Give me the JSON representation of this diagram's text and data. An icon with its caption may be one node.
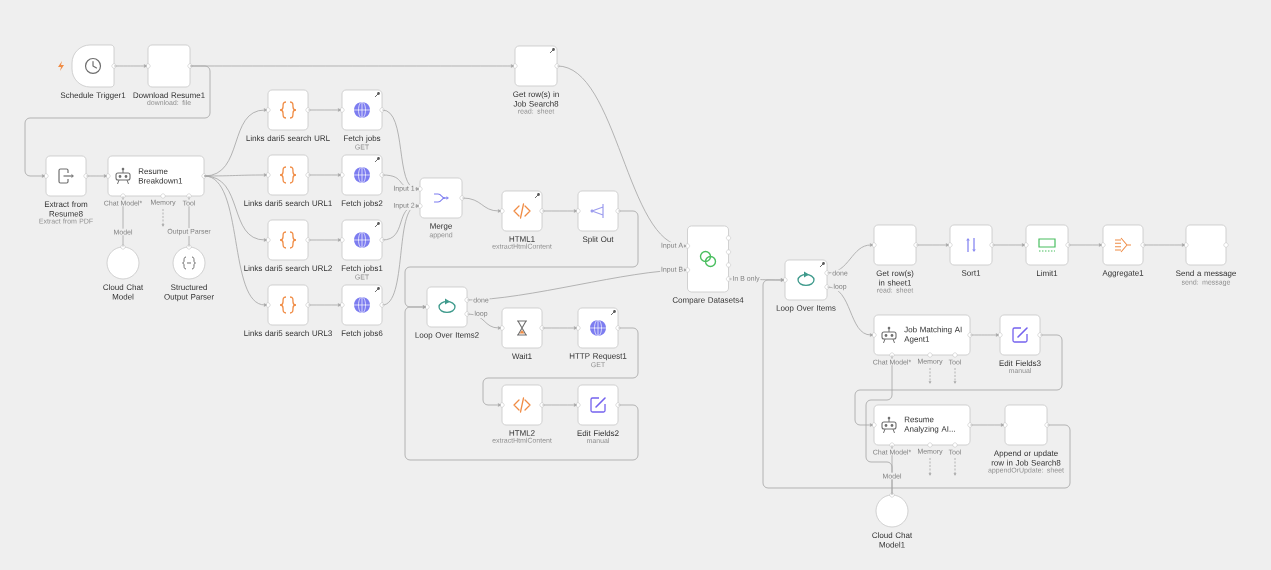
{
  "diagram": {
    "nodes": [
      {
        "text": [
          "Schedule Trigger1"
        ]
      },
      {
        "text": [
          "Download Resume1",
          "download: file"
        ]
      },
      {
        "text": [
          "Get row(s) in Job Search8",
          "read: sheet"
        ]
      },
      {
        "text": [
          "Extract from Resume8",
          "Extract from PDF"
        ]
      },
      {
        "text": [
          "Resume Breakdown1"
        ],
        "beside": [
          "Chat Model*",
          "Memory",
          "Tool"
        ]
      },
      {
        "text": [
          "Cloud Chat Model"
        ]
      },
      {
        "text": [
          "Structured Output Parser"
        ]
      },
      {
        "text": [
          "Links dari5 search URL"
        ]
      },
      {
        "text": [
          "Fetch jobs",
          "GET"
        ]
      },
      {
        "text": [
          "Links dari5 search URL1"
        ]
      },
      {
        "text": [
          "Fetch jobs2"
        ]
      },
      {
        "text": [
          "Links dari5 search URL2"
        ]
      },
      {
        "text": [
          "Fetch jobs1",
          "GET"
        ]
      },
      {
        "text": [
          "Links dari5 search URL3"
        ]
      },
      {
        "text": [
          "Fetch jobs6"
        ]
      },
      {
        "text": [
          "Merge",
          "append"
        ],
        "beside": [
          "Input 1",
          "Input 2"
        ]
      },
      {
        "text": [
          "HTML1",
          "extractHtmlContent"
        ]
      },
      {
        "text": [
          "Split Out"
        ]
      },
      {
        "text": [
          "Loop Over Items2"
        ]
      },
      {
        "text": [
          "Wait1"
        ]
      },
      {
        "text": [
          "HTTP Request1",
          "GET"
        ]
      },
      {
        "text": [
          "HTML2",
          "extractHtmlContent"
        ]
      },
      {
        "text": [
          "Edit Fields2",
          "manual"
        ]
      },
      {
        "text": [
          "Compare Datasets4"
        ],
        "beside": [
          "Input A",
          "Input B"
        ]
      },
      {
        "text": [
          "Loop Over Items"
        ]
      },
      {
        "text": [
          "Get row(s) in sheet1",
          "read: sheet"
        ]
      },
      {
        "text": [
          "Sort1"
        ]
      },
      {
        "text": [
          "Limit1"
        ]
      },
      {
        "text": [
          "Aggregate1"
        ]
      },
      {
        "text": [
          "Send a message",
          "send: message"
        ]
      },
      {
        "text": [
          "Job Matching AI Agent1"
        ],
        "beside": [
          "Chat Model*",
          "Memory",
          "Tool"
        ]
      },
      {
        "text": [
          "Edit Fields3",
          "manual"
        ]
      },
      {
        "text": [
          "Resume Analyzing AI..."
        ],
        "beside": [
          "Chat Model*",
          "Memory",
          "Tool"
        ]
      },
      {
        "text": [
          "Append or update row in Job Search8",
          "appendOrUpdate: sheet"
        ]
      },
      {
        "text": [
          "Cloud Chat Model1"
        ]
      }
    ],
    "edges": [
      {
        "from": 0,
        "to": 1,
        "arrow": "to"
      },
      {
        "from": 1,
        "to": 2,
        "arrow": "to"
      },
      {
        "from": 1,
        "to": 3,
        "arrow": "to"
      },
      {
        "from": 3,
        "to": 4,
        "arrow": "to"
      },
      {
        "from": 4,
        "to": 7,
        "arrow": "to"
      },
      {
        "from": 4,
        "to": 9,
        "arrow": "to"
      },
      {
        "from": 4,
        "to": 11,
        "arrow": "to"
      },
      {
        "from": 4,
        "to": 13,
        "arrow": "to"
      },
      {
        "from": 7,
        "to": 8,
        "arrow": "to"
      },
      {
        "from": 9,
        "to": 10,
        "arrow": "to"
      },
      {
        "from": 11,
        "to": 12,
        "arrow": "to"
      },
      {
        "from": 13,
        "to": 14,
        "arrow": "to"
      },
      {
        "from": 8,
        "to": 15,
        "arrow": "to"
      },
      {
        "from": 10,
        "to": 15,
        "arrow": "to"
      },
      {
        "from": 12,
        "to": 15,
        "arrow": "to"
      },
      {
        "from": 14,
        "to": 15,
        "arrow": "to"
      },
      {
        "from": 15,
        "to": 16,
        "arrow": "to"
      },
      {
        "from": 16,
        "to": 17,
        "arrow": "to"
      },
      {
        "from": 17,
        "to": 18,
        "arrow": "to"
      },
      {
        "from": 18,
        "to": 23,
        "arrow": "to",
        "label": "done"
      },
      {
        "from": 18,
        "to": 19,
        "arrow": "to",
        "label": "loop"
      },
      {
        "from": 19,
        "to": 20,
        "arrow": "to"
      },
      {
        "from": 20,
        "to": 21,
        "arrow": "to"
      },
      {
        "from": 21,
        "to": 22,
        "arrow": "to"
      },
      {
        "from": 22,
        "to": 18,
        "arrow": "to"
      },
      {
        "from": 2,
        "to": 23,
        "arrow": "to"
      },
      {
        "from": 23,
        "to": 24,
        "arrow": "to",
        "label": "In B only"
      },
      {
        "from": 24,
        "to": 25,
        "arrow": "to",
        "label": "done"
      },
      {
        "from": 25,
        "to": 26,
        "arrow": "to"
      },
      {
        "from": 26,
        "to": 27,
        "arrow": "to"
      },
      {
        "from": 27,
        "to": 28,
        "arrow": "to"
      },
      {
        "from": 28,
        "to": 29,
        "arrow": "to"
      },
      {
        "from": 24,
        "to": 30,
        "arrow": "to",
        "label": "loop"
      },
      {
        "from": 30,
        "to": 31,
        "arrow": "to"
      },
      {
        "from": 31,
        "to": 32,
        "arrow": "to"
      },
      {
        "from": 32,
        "to": 33,
        "arrow": "to"
      },
      {
        "from": 33,
        "to": 24,
        "arrow": "to"
      },
      {
        "from": 5,
        "to": 4,
        "arrow": "none",
        "label": "Model"
      },
      {
        "from": 6,
        "to": 4,
        "arrow": "none",
        "label": "Output Parser"
      },
      {
        "from": 34,
        "to": 32,
        "arrow": "none",
        "label": "Model"
      },
      {
        "from": 34,
        "to": 30,
        "arrow": "none"
      }
    ]
  }
}
